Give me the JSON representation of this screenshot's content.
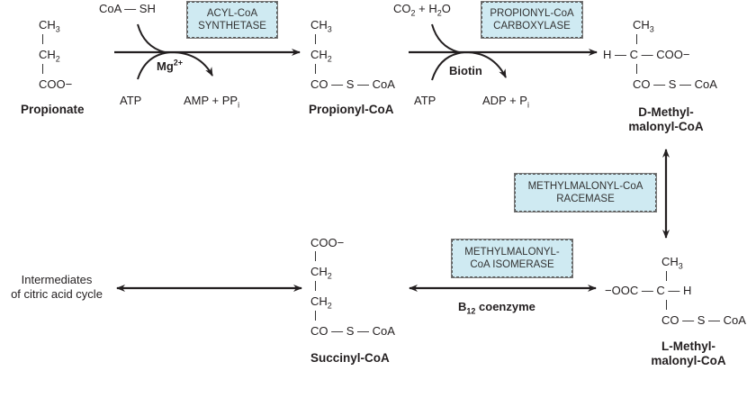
{
  "diagram": {
    "title": "Propionate to succinyl-CoA pathway",
    "compounds": {
      "propionate": {
        "lines": [
          "CH3",
          "CH2",
          "COO−"
        ],
        "name": "Propionate"
      },
      "propionyl_coa": {
        "lines": [
          "CH3",
          "CH2",
          "CO — S — CoA"
        ],
        "name": "Propionyl-CoA"
      },
      "d_methylmalonyl_coa": {
        "top": "CH3",
        "middle": "H — C — COO−",
        "bottom": "CO — S — CoA",
        "name_line1": "D-Methyl-",
        "name_line2": "malonyl-CoA"
      },
      "l_methylmalonyl_coa": {
        "top": "CH3",
        "middle": "−OOC — C — H",
        "bottom": "CO — S — CoA",
        "name_line1": "L-Methyl-",
        "name_line2": "malonyl-CoA"
      },
      "succinyl_coa": {
        "lines": [
          "COO−",
          "CH2",
          "CH2",
          "CO — S — CoA"
        ],
        "name": "Succinyl-CoA"
      },
      "citric_acid": {
        "line1": "Intermediates",
        "line2": "of citric acid cycle"
      }
    },
    "enzymes": [
      {
        "id": "acyl_coa_synthetase",
        "line1": "ACYL-CoA",
        "line2": "SYNTHETASE"
      },
      {
        "id": "propionyl_coa_carboxylase",
        "line1": "PROPIONYL-CoA",
        "line2": "CARBOXYLASE"
      },
      {
        "id": "methylmalonyl_coa_racemase",
        "line1": "METHYLMALONYL-CoA",
        "line2": "RACEMASE"
      },
      {
        "id": "methylmalonyl_coa_isomerase",
        "line1": "METHYLMALONYL-",
        "line2": "CoA ISOMERASE"
      }
    ],
    "reaction1": {
      "input": "CoA — SH",
      "cofactor": "Mg2+",
      "consumed": "ATP",
      "released": "AMP + PPi"
    },
    "reaction2": {
      "input": "CO2 + H2O",
      "cofactor": "Biotin",
      "consumed": "ATP",
      "released": "ADP + Pi"
    },
    "reaction4": {
      "cofactor": "B12 coenzyme"
    },
    "colors": {
      "enzyme_box_fill": "#cfeaf2",
      "ink": "#231f20"
    }
  }
}
